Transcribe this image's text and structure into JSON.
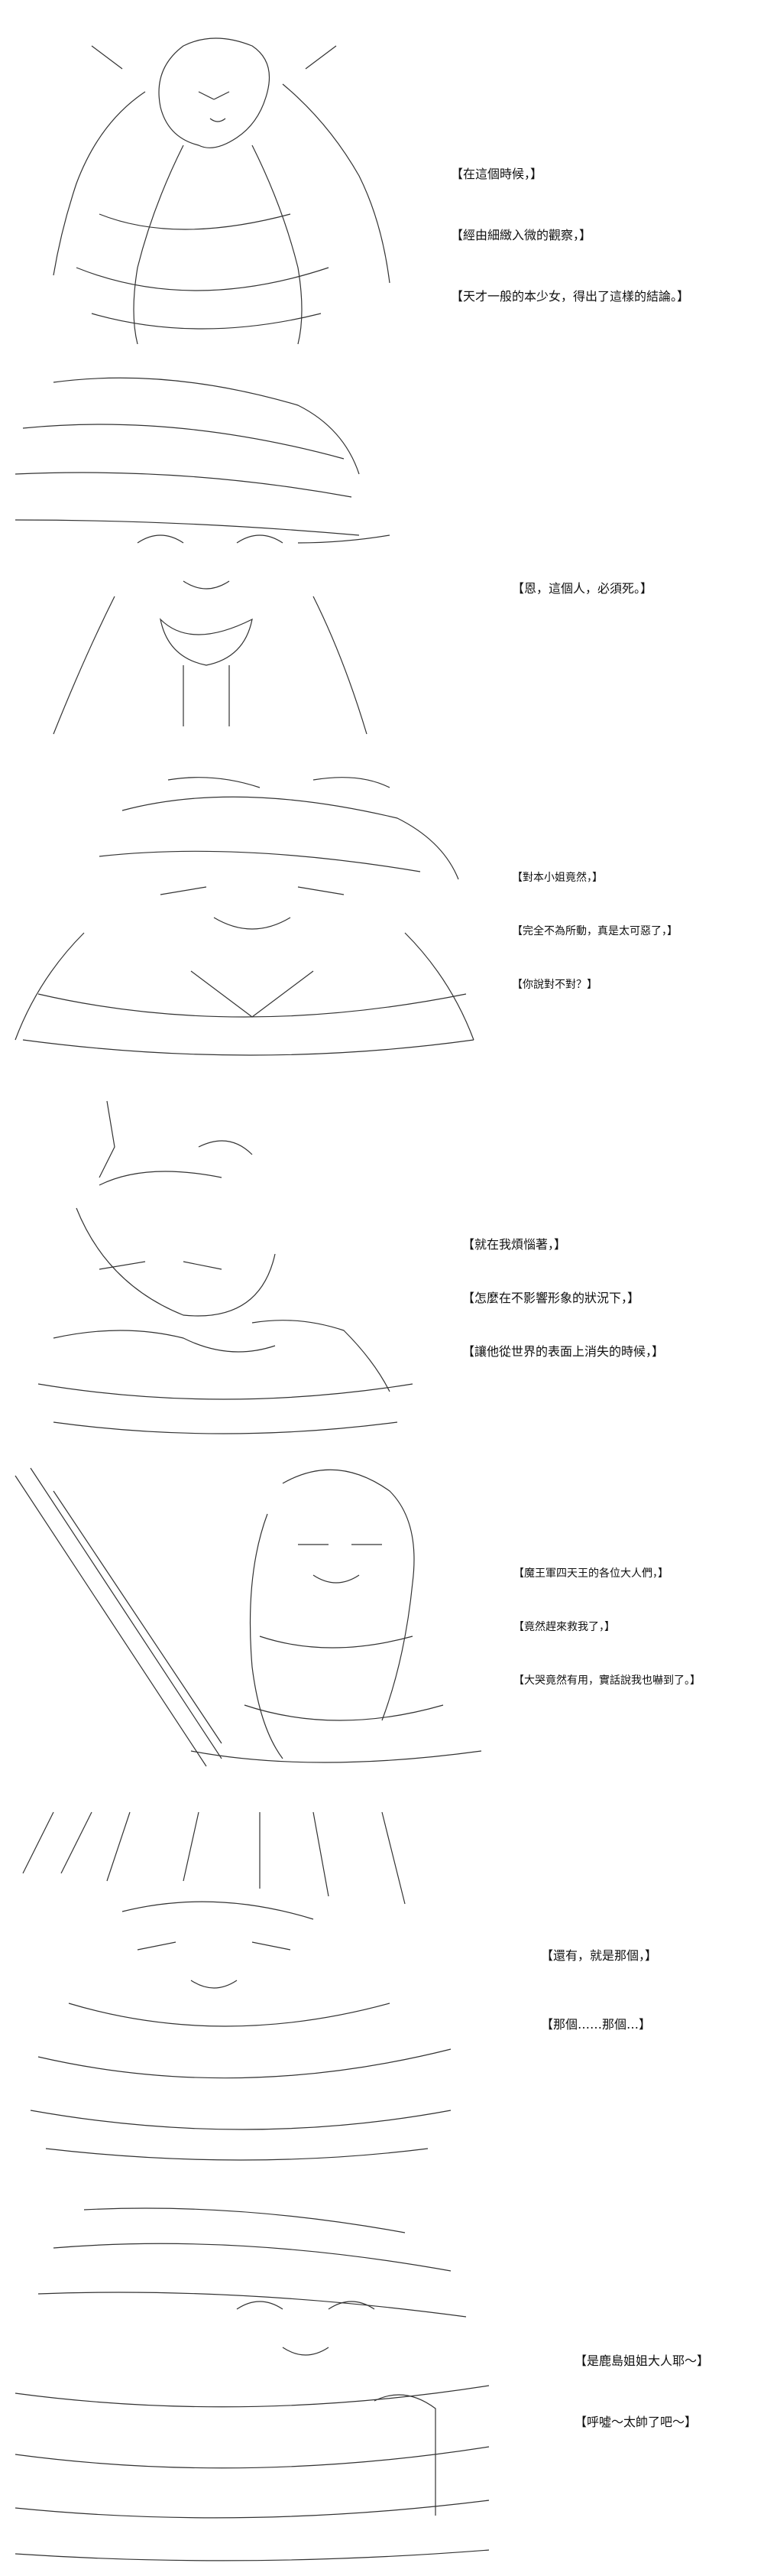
{
  "panels": [
    {
      "captions": [
        "【在這個時候，】",
        "【經由細緻入微的觀察，】",
        "【天才一般的本少女，得出了這樣的結論。】"
      ]
    },
    {
      "captions": [
        "【恩，這個人，必須死。】"
      ]
    },
    {
      "captions": [
        "【對本小姐竟然，】",
        "【完全不為所動，真是太可惡了，】",
        "【你說對不對？】"
      ]
    },
    {
      "captions": [
        "【就在我煩惱著，】",
        "【怎麼在不影響形象的狀況下，】",
        "【讓他從世界的表面上消失的時候，】"
      ]
    },
    {
      "captions": [
        "【魔王軍四天王的各位大人們，】",
        "【竟然趕來救我了，】",
        "【大哭竟然有用，實話說我也嚇到了。】"
      ]
    },
    {
      "captions": [
        "【還有，就是那個，】",
        "【那個……那個…】"
      ]
    },
    {
      "captions": [
        "【是鹿島姐姐大人耶～】",
        "【呼噓～太帥了吧～】"
      ]
    }
  ]
}
